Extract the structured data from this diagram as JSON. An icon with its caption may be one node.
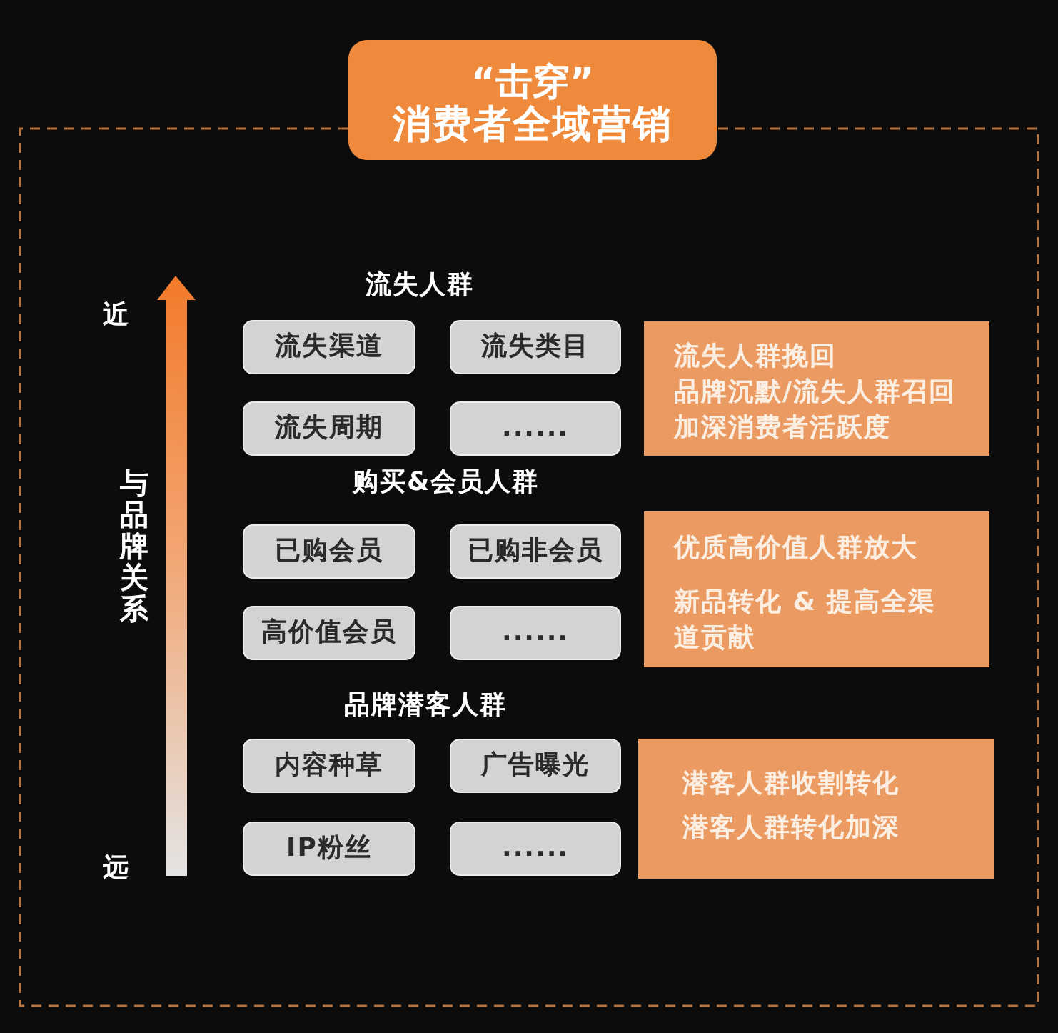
{
  "diagram": {
    "nodes": [
      {
        "text": [
          "“击穿”",
          "消费者全域营销"
        ]
      },
      {
        "text": [
          "流失渠道"
        ]
      },
      {
        "text": [
          "流失类目"
        ]
      },
      {
        "text": [
          "流失周期"
        ]
      },
      {
        "text": [
          "......"
        ]
      },
      {
        "text": [
          "流失人群挽回",
          "品牌沉默/流失人群召回",
          "加深消费者活跃度"
        ]
      },
      {
        "text": [
          "已购会员"
        ]
      },
      {
        "text": [
          "已购非会员"
        ]
      },
      {
        "text": [
          "高价值会员"
        ]
      },
      {
        "text": [
          "......"
        ]
      },
      {
        "text": [
          "优质高价值人群放大",
          "新品转化 & 提高全渠道贡献"
        ]
      },
      {
        "text": [
          "内容种草"
        ]
      },
      {
        "text": [
          "广告曝光"
        ]
      },
      {
        "text": [
          "IP粉丝"
        ]
      },
      {
        "text": [
          "......"
        ]
      },
      {
        "text": [
          "潜客人群收割转化",
          "潜客人群转化加深"
        ]
      }
    ],
    "labels": [
      "流失人群",
      "近",
      "与品牌关系",
      "购买&会员人群",
      "品牌潜客人群",
      "远"
    ]
  }
}
